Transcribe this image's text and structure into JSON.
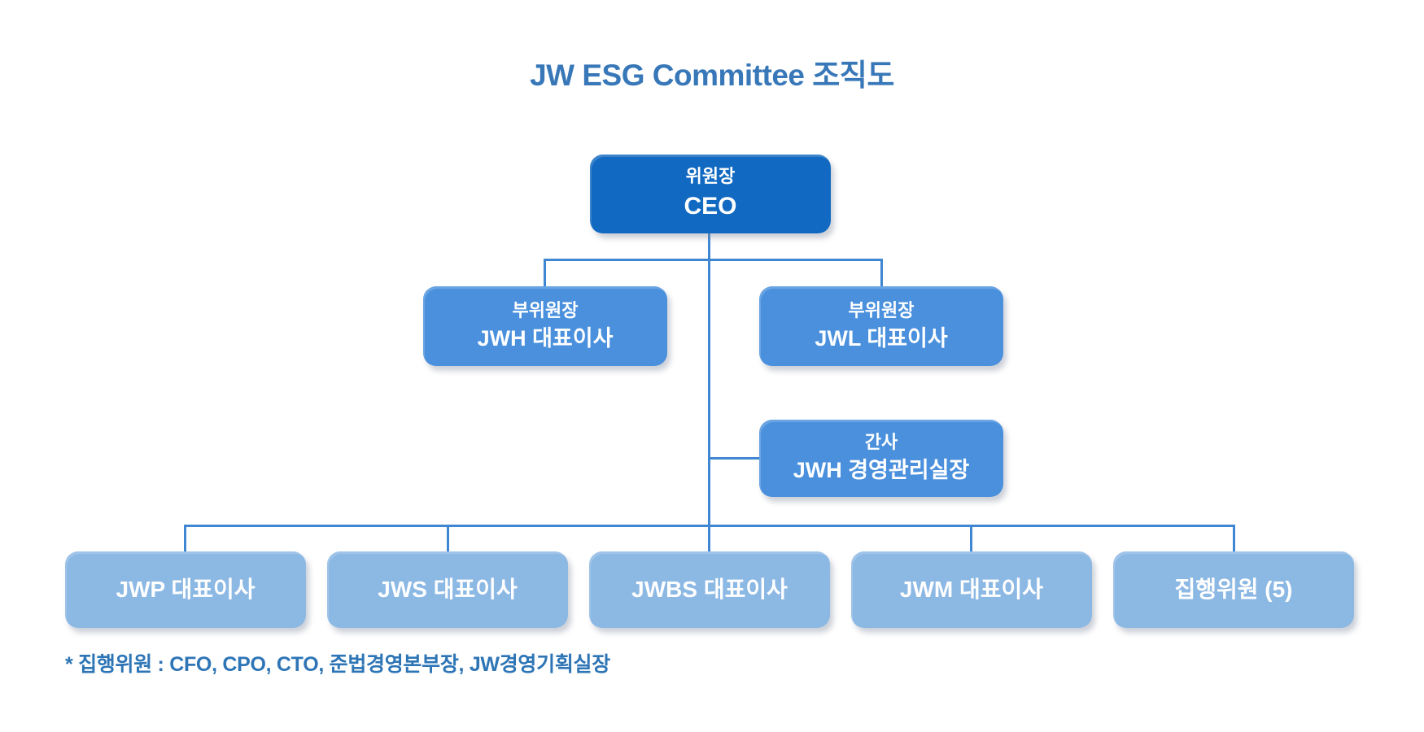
{
  "title": "JW ESG Committee 조직도",
  "colors": {
    "chairman_bg": "#1169c1",
    "vice_bg": "#4a90dd",
    "member_bg": "#8cb8e4",
    "line": "#3f87d2",
    "title_text": "#3878b8",
    "footnote_text": "#2e75b6"
  },
  "org": {
    "chairman": {
      "role": "위원장",
      "name": "CEO"
    },
    "vice_chairmen": [
      {
        "role": "부위원장",
        "name": "JWH 대표이사"
      },
      {
        "role": "부위원장",
        "name": "JWL 대표이사"
      }
    ],
    "secretary": {
      "role": "간사",
      "name": "JWH 경영관리실장"
    },
    "members": [
      "JWP 대표이사",
      "JWS 대표이사",
      "JWBS 대표이사",
      "JWM 대표이사",
      "집행위원 (5)"
    ],
    "footnote": "* 집행위원 : CFO, CPO, CTO, 준법경영본부장, JW경영기획실장"
  }
}
